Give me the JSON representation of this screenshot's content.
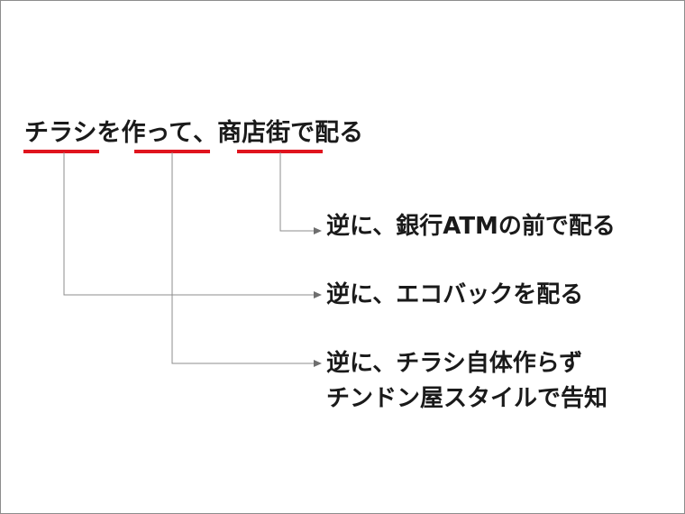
{
  "title": {
    "parts": [
      "チラシ",
      "を",
      "作って",
      "、",
      "商店街",
      "で配る"
    ]
  },
  "alternatives": [
    {
      "lines": [
        "逆に、銀行ATMの前で配る"
      ]
    },
    {
      "lines": [
        "逆に、エコバックを配る"
      ]
    },
    {
      "lines": [
        "逆に、チラシ自体作らず",
        "チンドン屋スタイルで告知"
      ]
    }
  ],
  "colors": {
    "underline": "#e0141e",
    "connector": "#808080",
    "text": "#1a1a1a"
  }
}
